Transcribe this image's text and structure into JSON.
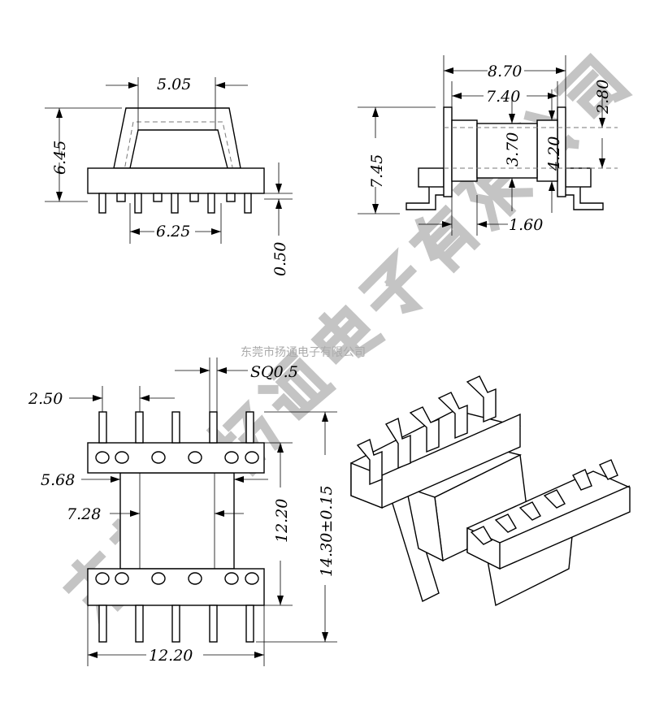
{
  "title": "EE bobbin drawing",
  "watermark": {
    "large": "东莞市扬通电子有限公司",
    "small": "东莞市扬通电子有限公司"
  },
  "front_view": {
    "top_width": "5.05",
    "height": "6.45",
    "pin_span": "6.25",
    "pin_length": "0.50"
  },
  "side_view": {
    "overall_width": "8.70",
    "inner_width": "7.40",
    "height": "7.45",
    "flange_gap": "2.80",
    "core_a": "3.70",
    "core_b": "4.20",
    "offset": "1.60"
  },
  "bottom_view": {
    "pin_square": "SQ0.5",
    "pin_pitch": "2.50",
    "core_inner": "5.68",
    "core_outer": "7.28",
    "length_inner": "12.20",
    "length_overall": "14.30±0.15",
    "width": "12.20"
  }
}
